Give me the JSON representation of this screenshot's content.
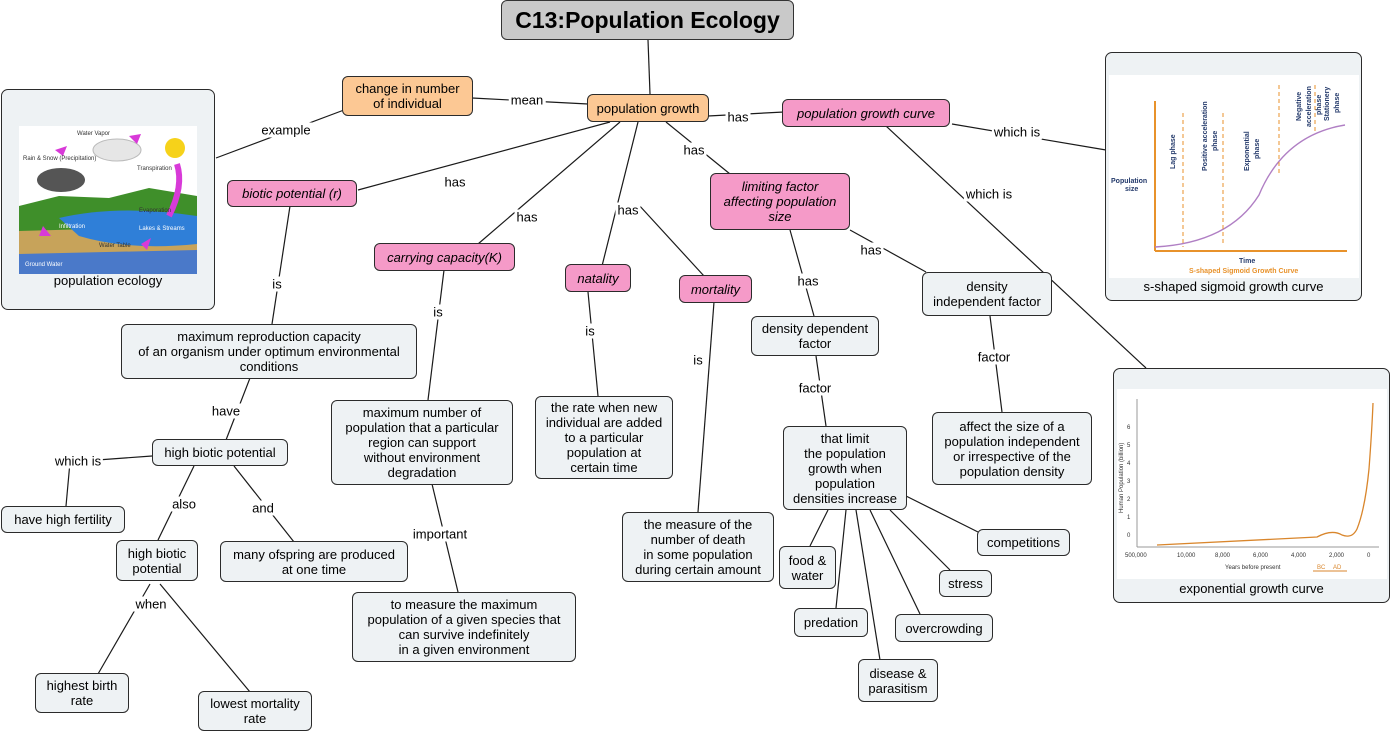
{
  "title": "C13:Population Ecology",
  "nodes": {
    "pop_growth": "population growth",
    "change": "change in number\nof individual",
    "pgc": "population growth curve",
    "biotic": "biotic potential (r)",
    "cc": "carrying capacity(K)",
    "natality": "natality",
    "mortality": "mortality",
    "limiting": "limiting factor\naffecting population\nsize",
    "max_repro": "maximum reproduction capacity\nof an organism under optimum environmental\nconditions",
    "high_bp": "high biotic potential",
    "fertility": "have high fertility",
    "high_bp2": "high biotic\npotential",
    "offspring": "many ofspring are produced\nat one time",
    "birth": "highest birth\nrate",
    "lowest_mort": "lowest mortality\nrate",
    "max_num": "maximum number of\npopulation that a particular\nregion can support\nwithout environment\ndegradation",
    "measure_max": "to measure the maximum\npopulation of a given species that\ncan survive indefinitely\nin a given environment",
    "rate_new": "the rate when new\nindividual are added\nto a particular\npopulation at\ncertain time",
    "measure_death": "the measure of the\nnumber of death\nin some population\nduring certain amount",
    "dd": "density dependent\nfactor",
    "di": "density\nindependent factor",
    "limit_growth": "that limit\nthe population\ngrowth when\npopulation\ndensities increase",
    "affect": "affect the size of a\npopulation independent\nor irrespective of the\npopulation density",
    "competitions": "competitions",
    "food": "food &\nwater",
    "stress": "stress",
    "predation": "predation",
    "overcrowding": "overcrowding",
    "disease": "disease &\nparasitism"
  },
  "links": {
    "mean": "mean",
    "example": "example",
    "has1": "has",
    "has2": "has",
    "has3": "has",
    "has4": "has",
    "has5": "has",
    "has6": "has",
    "has7": "has",
    "which1": "which is",
    "which2": "which is",
    "is1": "is",
    "is2": "is",
    "is3": "is",
    "is4": "is",
    "have": "have",
    "which3": "which is",
    "also": "also",
    "and": "and",
    "when": "when",
    "important": "important",
    "factor1": "factor",
    "factor2": "factor"
  },
  "images": {
    "eco_caption": "population ecology",
    "sig_caption": "s-shaped sigmoid growth curve",
    "exp_caption": "exponential growth curve",
    "eco_labels": [
      "Water Vapor",
      "Rain & Snow\n(Precipitation)",
      "Transpiration",
      "Evaporation",
      "Infiltration",
      "Lakes & Streams",
      "Water Table",
      "Ground Water"
    ],
    "sig_y": "Population\nsize",
    "sig_x": "Time",
    "sig_sub": "S-shaped Sigmoid Growth Curve",
    "sig_phases": [
      "Lag phase",
      "Positive acceleration\nphase",
      "Exponential\nphase",
      "Negative\nacceleration\nphase",
      "Stationery\nphase"
    ],
    "exp_y": "Human Population (billion)",
    "exp_x": "Years before present",
    "exp_ticks": [
      "500,000",
      "10,000",
      "8,000",
      "6,000",
      "4,000",
      "2,000",
      "0"
    ],
    "exp_yticks": [
      "6",
      "5",
      "4",
      "3",
      "2",
      "1",
      "0"
    ],
    "exp_bc": "BC",
    "exp_ad": "AD"
  },
  "colors": {
    "pink": "#f59ac8",
    "orange": "#fcc894",
    "node": "#eef2f4",
    "curve": "#d9862c"
  }
}
